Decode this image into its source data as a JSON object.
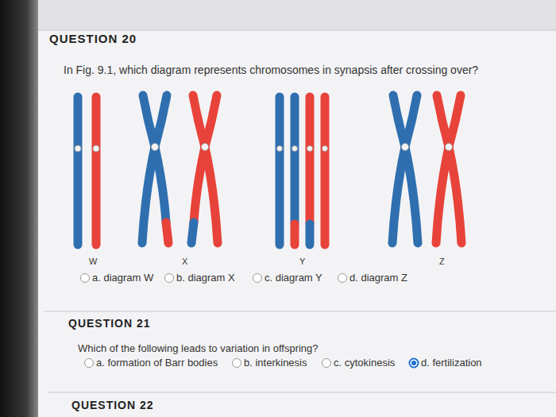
{
  "diagram": {
    "labels": [
      "QUESTION 20",
      "In Fig. 9.1, which diagram represents chromosomes in synapsis after crossing over?",
      "W",
      "X",
      "Y",
      "Z",
      "a. diagram W",
      "b. diagram X",
      "c. diagram Y",
      "d. diagram Z",
      "QUESTION 21",
      "Which of the following leads to variation in offspring?",
      "a. formation of Barr bodies",
      "b. interkinesis",
      "c. cytokinesis",
      "d. fertilization",
      "QUESTION 22"
    ]
  }
}
